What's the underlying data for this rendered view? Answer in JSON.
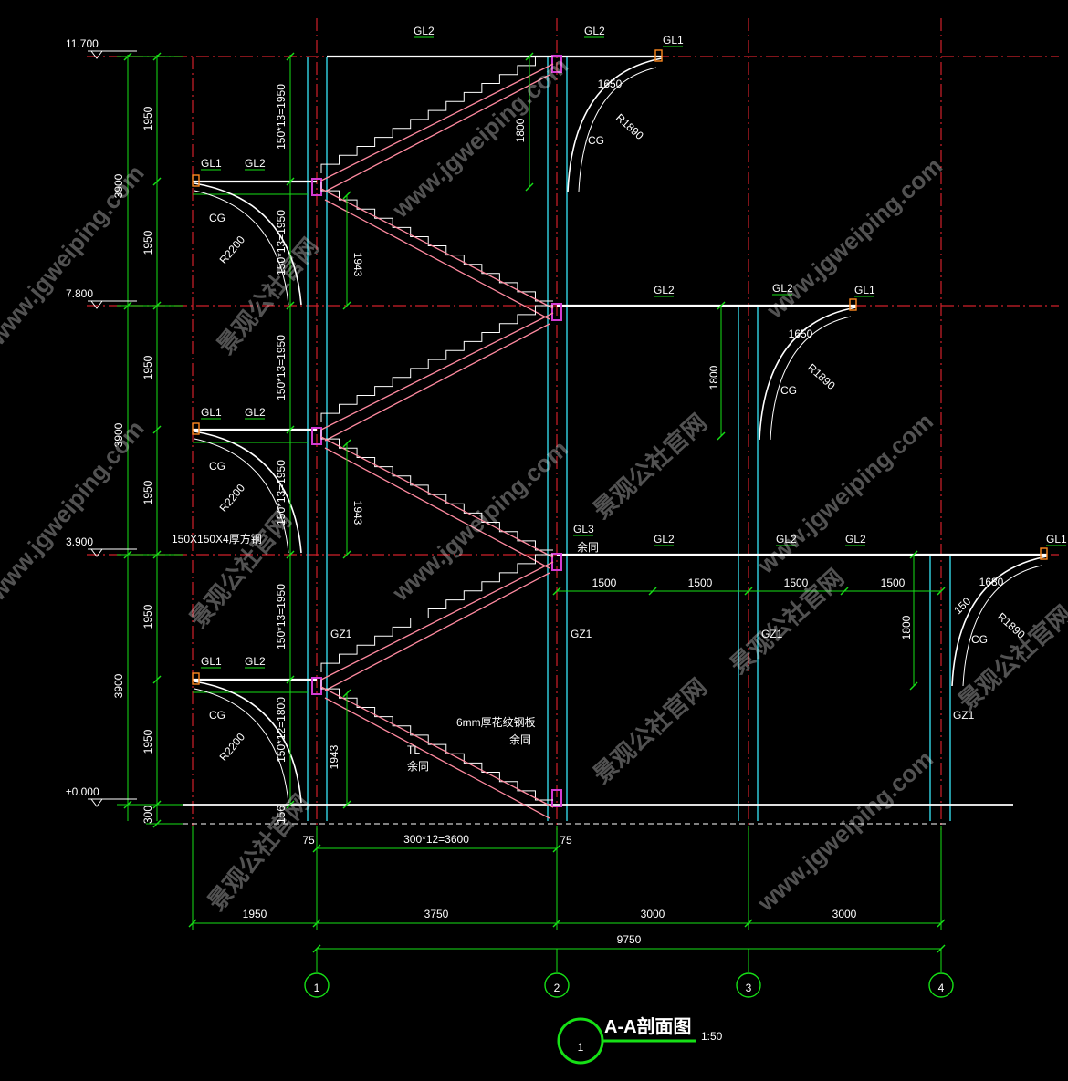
{
  "colors": {
    "background": "#000000",
    "axis_red": "#d0202a",
    "dim_green": "#16e016",
    "column_cyan": "#33d6e6",
    "stair_pink": "#ff8aa0",
    "node_magenta": "#d33cd3",
    "text_white": "#ffffff",
    "arc_white": "#ffffff"
  },
  "elevations": [
    "11.700",
    "7.800",
    "3.900",
    "±0.000"
  ],
  "left_dims": {
    "story_totals": [
      "3900",
      "3900",
      "3900"
    ],
    "half_flights": [
      "1950",
      "1950",
      "1950",
      "1950",
      "1950",
      "1950"
    ],
    "riser_dims": [
      "150*13=1950",
      "150*13=1950",
      "150*13=1950",
      "150*13=1950",
      "150*13=1950",
      "150*12=1800"
    ],
    "base_dims": [
      "300",
      "156"
    ]
  },
  "grid_labels": [
    "1",
    "2",
    "3",
    "4"
  ],
  "bottom_dims": {
    "tread_run": "300*12=3600",
    "offset_left": "75",
    "offset_right": "75",
    "spans": [
      "1950",
      "3750",
      "3000",
      "3000"
    ],
    "total": "9750"
  },
  "member_labels": {
    "gl1": "GL1",
    "gl2": "GL2",
    "gl3": "GL3",
    "gz1": "GZ1",
    "cg": "CG",
    "tl": "TL",
    "yu_tong": "余同"
  },
  "arc_labels": {
    "r2200": "R2200",
    "r1890": "R1890",
    "d1650": "1650",
    "d1680": "1680",
    "d1800": "1800",
    "d1943": "1943",
    "d150": "150",
    "d1500": "1500"
  },
  "notes": {
    "tube": "150X150X4厚方钢",
    "plate": "6mm厚花纹钢板"
  },
  "title": {
    "number": "1",
    "name": "A-A剖面图",
    "scale": "1:50"
  },
  "watermarks": [
    "www.jgweiping.com",
    "景观公社官网"
  ]
}
